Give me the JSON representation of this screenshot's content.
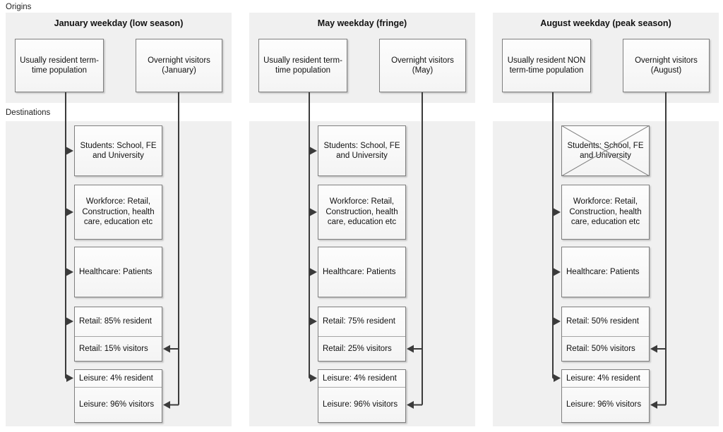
{
  "diagram": {
    "origins_label": "Origins",
    "destinations_label": "Destinations",
    "accent_panel_color": "#f0f0f0",
    "line_color": "#3b3b3b",
    "box_border_color": "#7f7f7f"
  },
  "columns": [
    {
      "id": "january",
      "title": "January weekday (low season)",
      "origins": [
        {
          "id": "resident",
          "label": "Usually resident term-time population"
        },
        {
          "id": "visitors",
          "label": "Overnight visitors (January)"
        }
      ],
      "destinations": [
        {
          "id": "students",
          "label": "Students: School, FE and University",
          "crossed": false,
          "resident_arrow": true,
          "visitor_arrow": false
        },
        {
          "id": "workforce",
          "label": "Workforce: Retail, Construction, health care, education etc",
          "crossed": false,
          "resident_arrow": true,
          "visitor_arrow": false
        },
        {
          "id": "healthcare",
          "label": "Healthcare: Patients",
          "crossed": false,
          "resident_arrow": true,
          "visitor_arrow": false
        },
        {
          "id": "retail",
          "split": true,
          "top_label": "Retail: 85% resident",
          "bottom_label": "Retail: 15% visitors",
          "resident_arrow": true,
          "visitor_arrow": true
        },
        {
          "id": "leisure",
          "split": true,
          "top_label": "Leisure: 4% resident",
          "bottom_label": "Leisure: 96% visitors",
          "resident_arrow": true,
          "visitor_arrow": true
        }
      ]
    },
    {
      "id": "may",
      "title": "May weekday (fringe)",
      "origins": [
        {
          "id": "resident",
          "label": "Usually resident term-time population"
        },
        {
          "id": "visitors",
          "label": "Overnight visitors (May)"
        }
      ],
      "destinations": [
        {
          "id": "students",
          "label": "Students: School, FE and University",
          "crossed": false,
          "resident_arrow": true,
          "visitor_arrow": false
        },
        {
          "id": "workforce",
          "label": "Workforce: Retail, Construction, health care, education etc",
          "crossed": false,
          "resident_arrow": true,
          "visitor_arrow": false
        },
        {
          "id": "healthcare",
          "label": "Healthcare: Patients",
          "crossed": false,
          "resident_arrow": true,
          "visitor_arrow": false
        },
        {
          "id": "retail",
          "split": true,
          "top_label": "Retail: 75% resident",
          "bottom_label": "Retail: 25% visitors",
          "resident_arrow": true,
          "visitor_arrow": true
        },
        {
          "id": "leisure",
          "split": true,
          "top_label": "Leisure: 4% resident",
          "bottom_label": "Leisure: 96% visitors",
          "resident_arrow": true,
          "visitor_arrow": true
        }
      ]
    },
    {
      "id": "august",
      "title": "August weekday (peak season)",
      "origins": [
        {
          "id": "resident",
          "label": "Usually resident NON term-time population"
        },
        {
          "id": "visitors",
          "label": "Overnight visitors (August)"
        }
      ],
      "destinations": [
        {
          "id": "students",
          "label": "Students: School, FE and University",
          "crossed": true,
          "resident_arrow": false,
          "visitor_arrow": false
        },
        {
          "id": "workforce",
          "label": "Workforce: Retail, Construction, health care, education etc",
          "crossed": false,
          "resident_arrow": true,
          "visitor_arrow": false
        },
        {
          "id": "healthcare",
          "label": "Healthcare: Patients",
          "crossed": false,
          "resident_arrow": true,
          "visitor_arrow": false
        },
        {
          "id": "retail",
          "split": true,
          "top_label": "Retail: 50% resident",
          "bottom_label": "Retail: 50% visitors",
          "resident_arrow": true,
          "visitor_arrow": true
        },
        {
          "id": "leisure",
          "split": true,
          "top_label": "Leisure: 4% resident",
          "bottom_label": "Leisure: 96% visitors",
          "resident_arrow": true,
          "visitor_arrow": true
        }
      ]
    }
  ]
}
